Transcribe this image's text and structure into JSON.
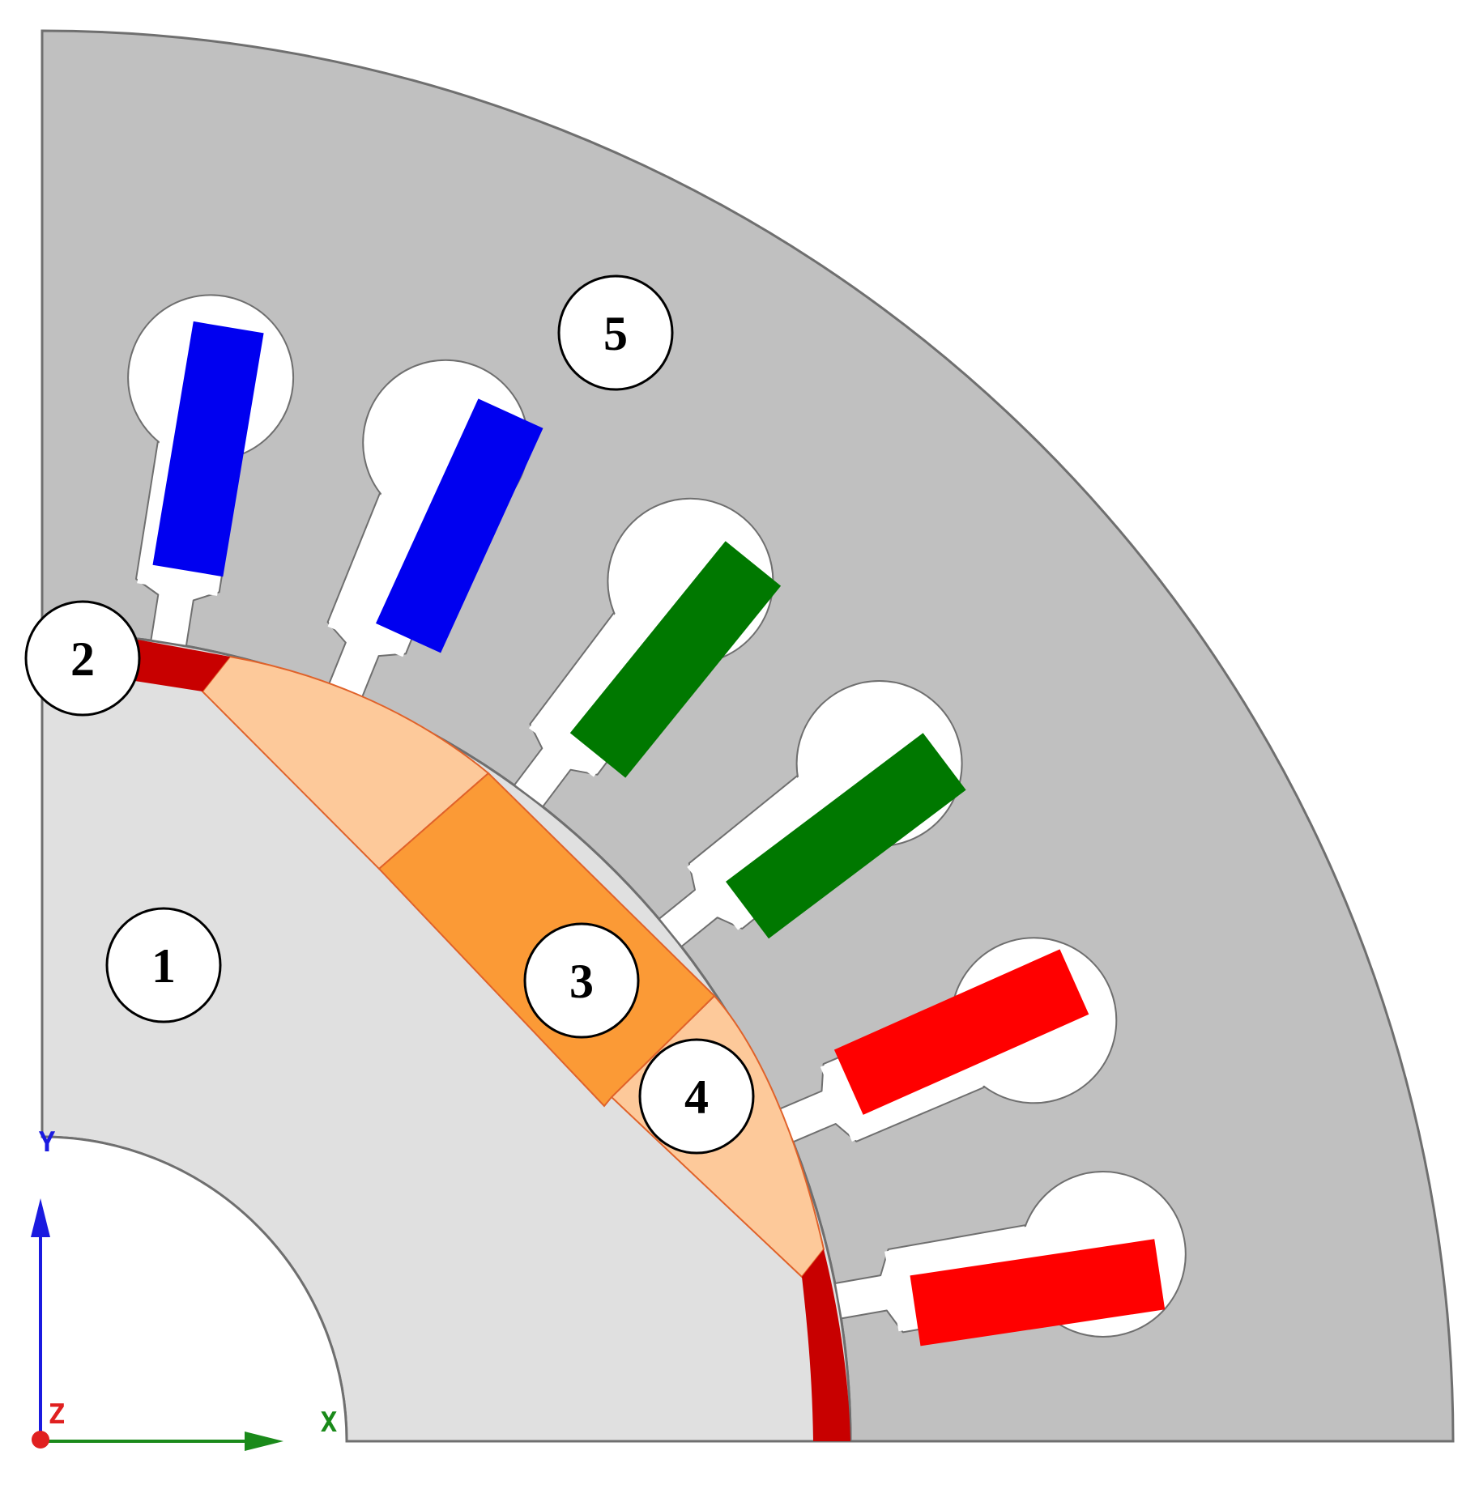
{
  "callouts": [
    {
      "label": "1"
    },
    {
      "label": "2"
    },
    {
      "label": "3"
    },
    {
      "label": "4"
    },
    {
      "label": "5"
    }
  ],
  "axes": {
    "x_label": "X",
    "y_label": "Y",
    "z_label": "Z"
  },
  "colors": {
    "background": "#ffffff",
    "stator_core": "#c0c0c0",
    "rotor_core": "#e0e0e0",
    "outline": "#6f6f6f",
    "magnet_main": "#fb9a36",
    "magnet_side": "#fdc99a",
    "magnet_edge": "#e0622a",
    "flux_barrier": "#c80000",
    "phase_a": "#0000f0",
    "phase_b": "#007800",
    "phase_c": "#ff0000",
    "axis_x": "#1a8a1a",
    "axis_y": "#1a1ae0",
    "axis_z": "#e02020"
  },
  "coil_phases": [
    "phase_a",
    "phase_a",
    "phase_b",
    "phase_b",
    "phase_c",
    "phase_c"
  ]
}
